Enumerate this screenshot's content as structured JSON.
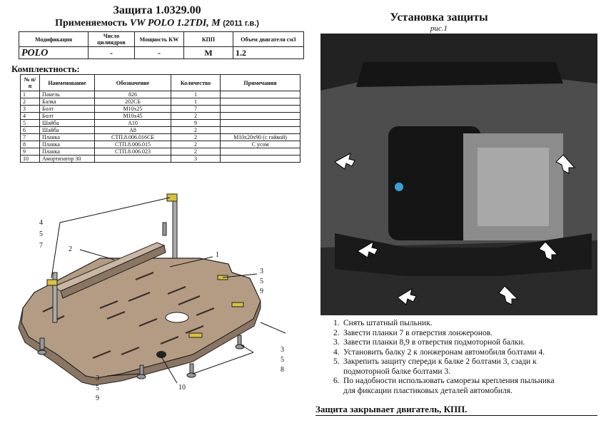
{
  "left": {
    "title": "Защита 1.0329.00",
    "applicability_prefix": "Применяемость",
    "applicability_model": "VW POLO 1.2TDI, M",
    "applicability_year": "(2011 г.в.)",
    "spec_table": {
      "headers": [
        "Модификация",
        "Число цилиндров",
        "Мощность KW",
        "КПП",
        "Объем двигателя см3"
      ],
      "row": [
        "POLO",
        "-",
        "-",
        "М",
        "1.2"
      ]
    },
    "parts_heading": "Комплектность:",
    "parts_table": {
      "headers": [
        "№ п/п",
        "Наименование",
        "Обозначение",
        "Количество",
        "Примечания"
      ],
      "rows": [
        [
          "1",
          "Панель",
          "826",
          "1",
          ""
        ],
        [
          "2",
          "Балка",
          "202СБ",
          "1",
          ""
        ],
        [
          "3",
          "Болт",
          "М10х25",
          "7",
          ""
        ],
        [
          "4",
          "Болт",
          "М10х45",
          "2",
          ""
        ],
        [
          "5",
          "Шайба",
          "А10",
          "9",
          ""
        ],
        [
          "6",
          "Шайба",
          "А8",
          "2",
          ""
        ],
        [
          "7",
          "Планка",
          "СТП.8.006.016СБ",
          "2",
          "М10х20х90 (с гайкой)"
        ],
        [
          "8",
          "Планка",
          "СТП.8.006.015",
          "2",
          "С усом"
        ],
        [
          "9",
          "Планка",
          "СТП.8.006.023",
          "2",
          ""
        ],
        [
          "10",
          "Амортизатор 30",
          "",
          "3",
          ""
        ]
      ]
    },
    "callouts": {
      "c457": [
        "4",
        "5",
        "7"
      ],
      "c2": "2",
      "c1": "1",
      "c359r": [
        "3",
        "5",
        "9"
      ],
      "c358": [
        "3",
        "5",
        "8"
      ],
      "c359b": [
        "3",
        "5",
        "9"
      ],
      "c10": "10"
    }
  },
  "right": {
    "title": "Установка защиты",
    "fig_label": "рис.1",
    "instructions": [
      {
        "n": "1.",
        "text": "Снять штатный пыльник."
      },
      {
        "n": "2.",
        "text": "Завести планки 7 в отверстия лонжеронов."
      },
      {
        "n": "3.",
        "text": "Завести планки 8,9 в отверстия подмоторной балки."
      },
      {
        "n": "4.",
        "text": "Установить балку 2 к лонжеронам автомобиля болтами 4."
      },
      {
        "n": "5.",
        "text": "Закрепить защиту спереди к балке 2 болтами 3, сзади к"
      },
      {
        "n": "",
        "text": "подмоторной балке болтами 3."
      },
      {
        "n": "6.",
        "text": "По надобности использовать саморезы крепления пыльника"
      },
      {
        "n": "",
        "text": "для фиксации пластиковых деталей автомобиля."
      }
    ],
    "footer": "Защита закрывает двигатель, КПП."
  }
}
